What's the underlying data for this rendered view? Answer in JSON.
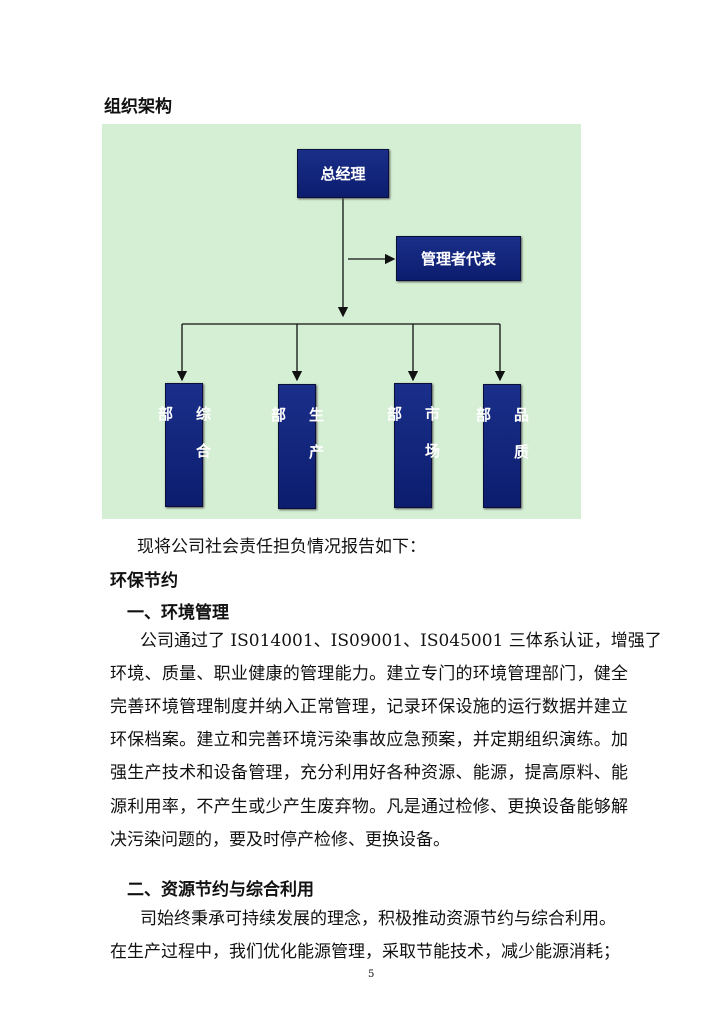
{
  "section_title": "组织架构",
  "org_chart": {
    "top": "总经理",
    "side": "管理者代表",
    "departments": [
      "综合部",
      "生产部",
      "市场部",
      "品质部"
    ],
    "colors": {
      "background": "#d4efd4",
      "box": "#14267c"
    }
  },
  "intro": "现将公司社会责任担负情况报告如下：",
  "heading1": "环保节约",
  "sub1": "一、环境管理",
  "para1": [
    "公司通过了 IS014001、IS09001、IS045001 三体系认证，增强了",
    "环境、质量、职业健康的管理能力。建立专门的环境管理部门，健全",
    "完善环境管理制度并纳入正常管理，记录环保设施的运行数据并建立",
    "环保档案。建立和完善环境污染事故应急预案，并定期组织演练。加",
    "强生产技术和设备管理，充分利用好各种资源、能源，提高原料、能",
    "源利用率，不产生或少产生废弃物。凡是通过检修、更换设备能够解",
    "决污染问题的，要及时停产检修、更换设备。"
  ],
  "sub2": "二、资源节约与综合利用",
  "para2": [
    "司始终秉承可持续发展的理念，积极推动资源节约与综合利用。",
    "在生产过程中，我们优化能源管理，采取节能技术，减少能源消耗；"
  ],
  "page_number": "5"
}
